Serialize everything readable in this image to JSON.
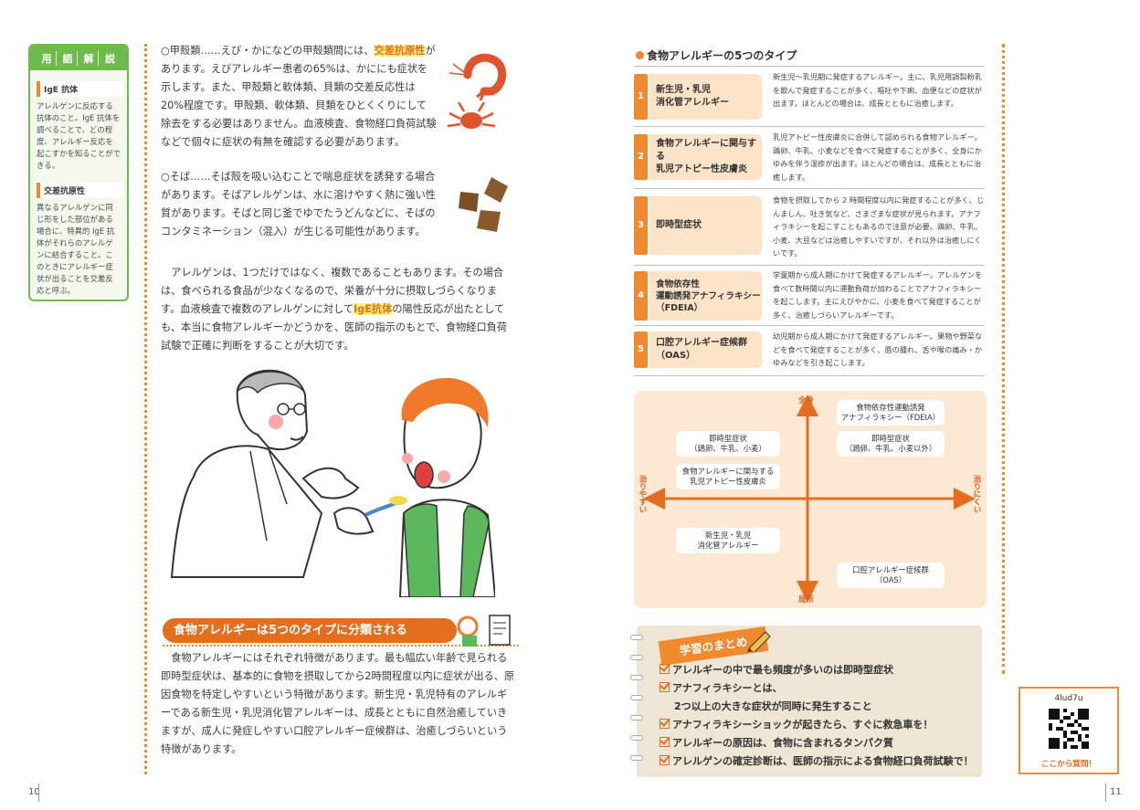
{
  "glossary": {
    "title_chars": [
      "用",
      "語",
      "解",
      "説"
    ],
    "terms": [
      {
        "term": "IgE 抗体",
        "desc": "アレルゲンに反応する抗体のこと。IgE 抗体を調べることで、どの程度、アレルギー反応を起こすかを知ることができる。"
      },
      {
        "term": "交差抗原性",
        "desc": "異なるアレルゲンに同じ形をした部位がある場合に、特異的 IgE 抗体がそれらのアレルゲンに結合すること。このときにアレルギー症状が出ることを交差反応と呼ぶ。"
      }
    ]
  },
  "left": {
    "para1_a": "○甲殻類……えび・かになどの甲殻類間には、",
    "para1_hl": "交差抗原性",
    "para1_b": "があります。えびアレルギー患者の65%は、かににも症状を示します。また、甲殻類と軟体類、貝類の交差反応性は20%程度です。甲殻類、軟体類、貝類をひとくくりにして除去をする必要はありません。血液検査、食物経口負荷試験などで個々に症状の有無を確認する必要があります。",
    "para2": "○そば……そば殻を吸い込むことで喘息症状を誘発する場合があります。そばアレルゲンは、水に溶けやすく熱に強い性質があります。そばと同じ釜でゆでたうどんなどに、そばのコンタミネーション（混入）が生じる可能性があります。",
    "para3_a": "アレルゲンは、1つだけではなく、複数であることもあります。その場合は、食べられる食品が少なくなるので、栄養が十分に摂取しづらくなります。血液検査で複数のアレルゲンに対して",
    "para3_hl": "IgE抗体",
    "para3_b": "の陽性反応が出たとしても、本当に食物アレルギーかどうかを、医師の指示のもとで、食物経口負荷試験で正確に判断をすることが大切です。",
    "section_title": "食物アレルギーは5つのタイプに分類される",
    "para4": "食物アレルギーにはそれぞれ特徴があります。最も幅広い年齢で見られる即時型症状は、基本的に食物を摂取してから2時間程度以内に症状が出る、原因食物を特定しやすいという特徴があります。新生児・乳児特有のアレルギーである新生児・乳児消化管アレルギーは、成長とともに自然治癒していきますが、成人に発症しやすい口腔アレルギー症候群は、治癒しづらいという特徴があります。",
    "page_number": "10"
  },
  "types": {
    "title": "食物アレルギーの5つのタイプ",
    "items": [
      {
        "num": "1",
        "label": "新生児・乳児\n消化管アレルギー",
        "desc": "新生児〜乳児期に発症するアレルギー。主に、乳児用調製粉乳を飲んで発症することが多く、嘔吐や下痢、血便などの症状が出ます。ほとんどの場合は、成長とともに治癒します。"
      },
      {
        "num": "2",
        "label": "食物アレルギーに関与する\n乳児アトピー性皮膚炎",
        "desc": "乳児アトピー性皮膚炎に合併して認められる食物アレルギー。鶏卵、牛乳、小麦などを食べて発症することが多く、全身にかゆみを伴う湿疹が出ます。ほとんどの場合は、成長とともに治癒します。"
      },
      {
        "num": "3",
        "label": "即時型症状",
        "desc": "食物を摂取してから 2 時間程度以内に発症することが多く、じんましん、吐き気など、さまざまな症状が見られます。アナフィラキシーを起こすこともあるので注意が必要。鶏卵、牛乳、小麦、大豆などは治癒しやすいですが、それ以外は治癒しにくいです。"
      },
      {
        "num": "4",
        "label": "食物依存性\n運動誘発アナフィラキシー\n（FDEIA）",
        "desc": "学童期から成人期にかけて発症するアレルギー。アレルゲンを食べて数時間以内に運動負荷が加わることでアナフィラキシーを起こします。主にえびやかに、小麦を食べて発症することが多く、治癒しづらいアレルギーです。"
      },
      {
        "num": "5",
        "label": "口腔アレルギー症候群\n（OAS）",
        "desc": "幼児期から成人期にかけて発症するアレルギー。果物や野菜などを食べて発症することが多く、唇の腫れ、舌や喉の痛み・かゆみなどを引き起こします。"
      }
    ]
  },
  "chart": {
    "top_label": "全身",
    "bottom_label": "局所",
    "left_label": "治りやすい",
    "right_label": "治りにくい",
    "boxes": {
      "fdeia": "食物依存性運動誘発\nアナフィラキシー（FDEIA）",
      "imm_easy": "即時型症状\n（鶏卵、牛乳、小麦）",
      "imm_hard": "即時型症状\n（鶏卵、牛乳、小麦以外）",
      "atopy": "食物アレルギーに関与する\n乳児アトピー性皮膚炎",
      "neonatal": "新生児・乳児\n消化管アレルギー",
      "oas": "口腔アレルギー症候群\n（OAS）"
    }
  },
  "summary": {
    "title": "学習のまとめ",
    "items": [
      "アレルギーの中で最も頻度が多いのは即時型症状",
      "アナフィラキシーとは、",
      "2つ以上の大きな症状が同時に発生すること",
      "アナフィラキシーショックが起きたら、すぐに救急車を！",
      "アレルギーの原因は、食物に含まれるタンパク質",
      "アレルゲンの確定診断は、医師の指示による食物経口負荷試験で！"
    ]
  },
  "qr": {
    "code": "4lud7u",
    "caption": "ここから質問！"
  },
  "right_page_number": "11",
  "colors": {
    "accent": "#f08a2c",
    "green": "#6dbb4a",
    "highlight": "#fff07a"
  }
}
